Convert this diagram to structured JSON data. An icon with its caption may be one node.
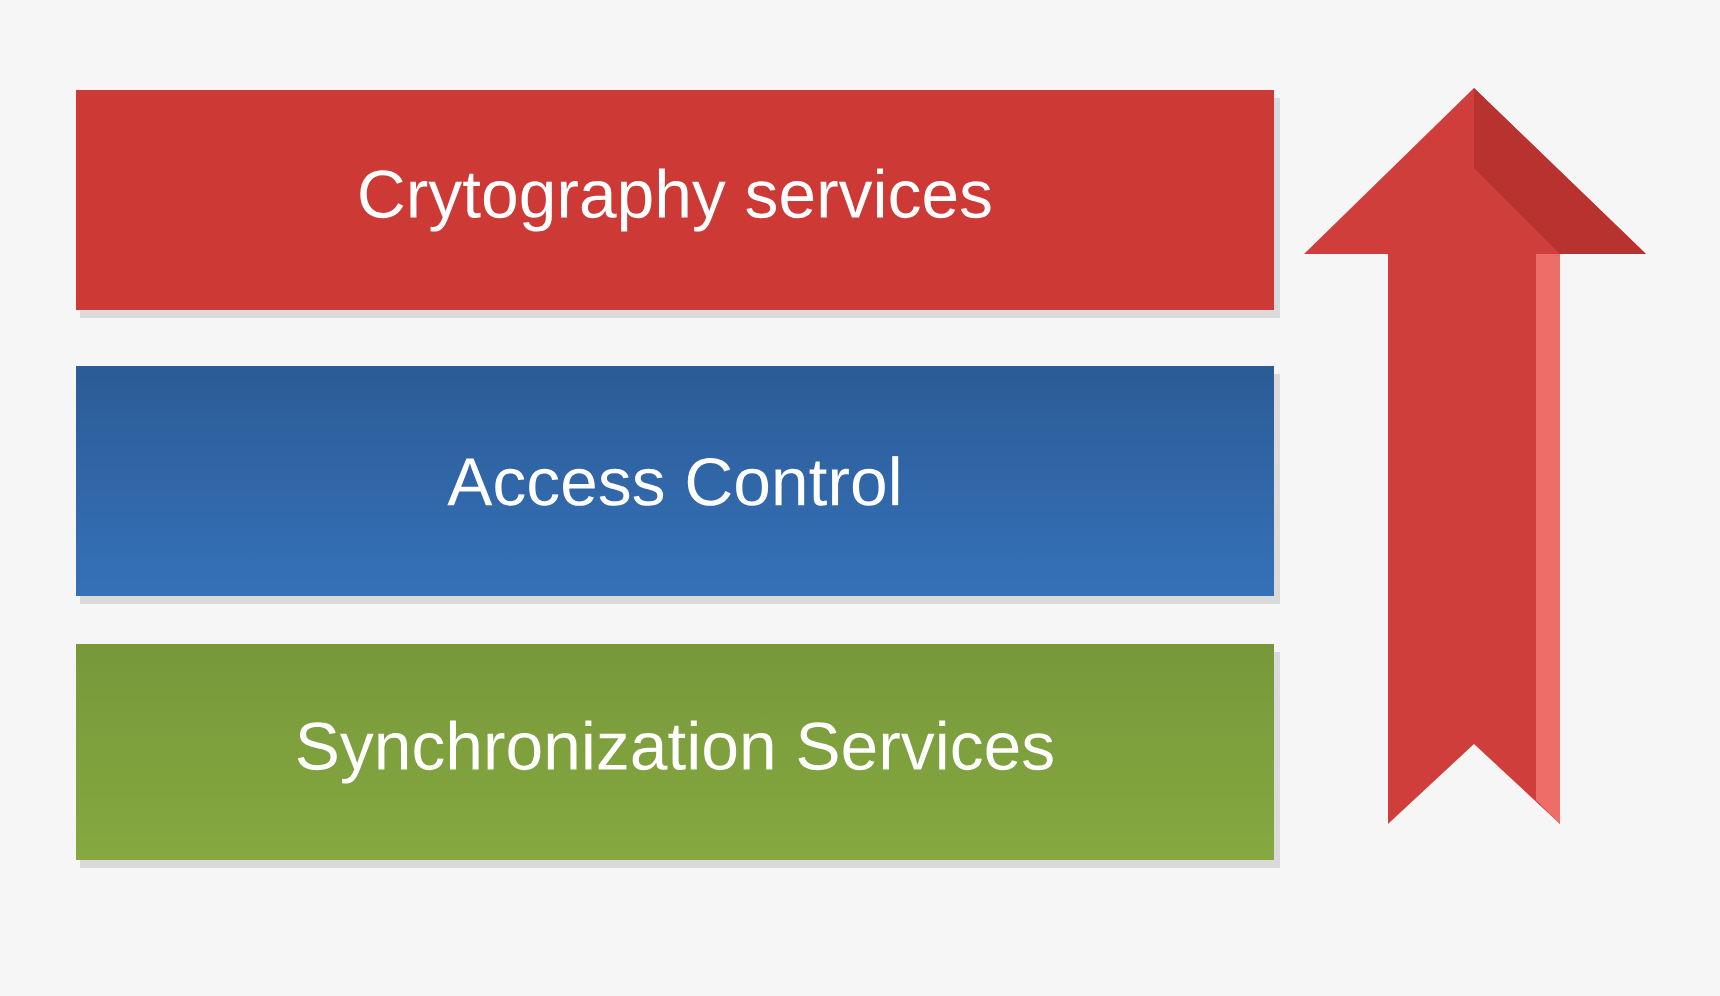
{
  "diagram": {
    "nodes": [
      {
        "text": [
          "Crytography services"
        ]
      },
      {
        "text": [
          "Access Control"
        ]
      },
      {
        "text": [
          "Synchronization Services"
        ]
      }
    ]
  }
}
